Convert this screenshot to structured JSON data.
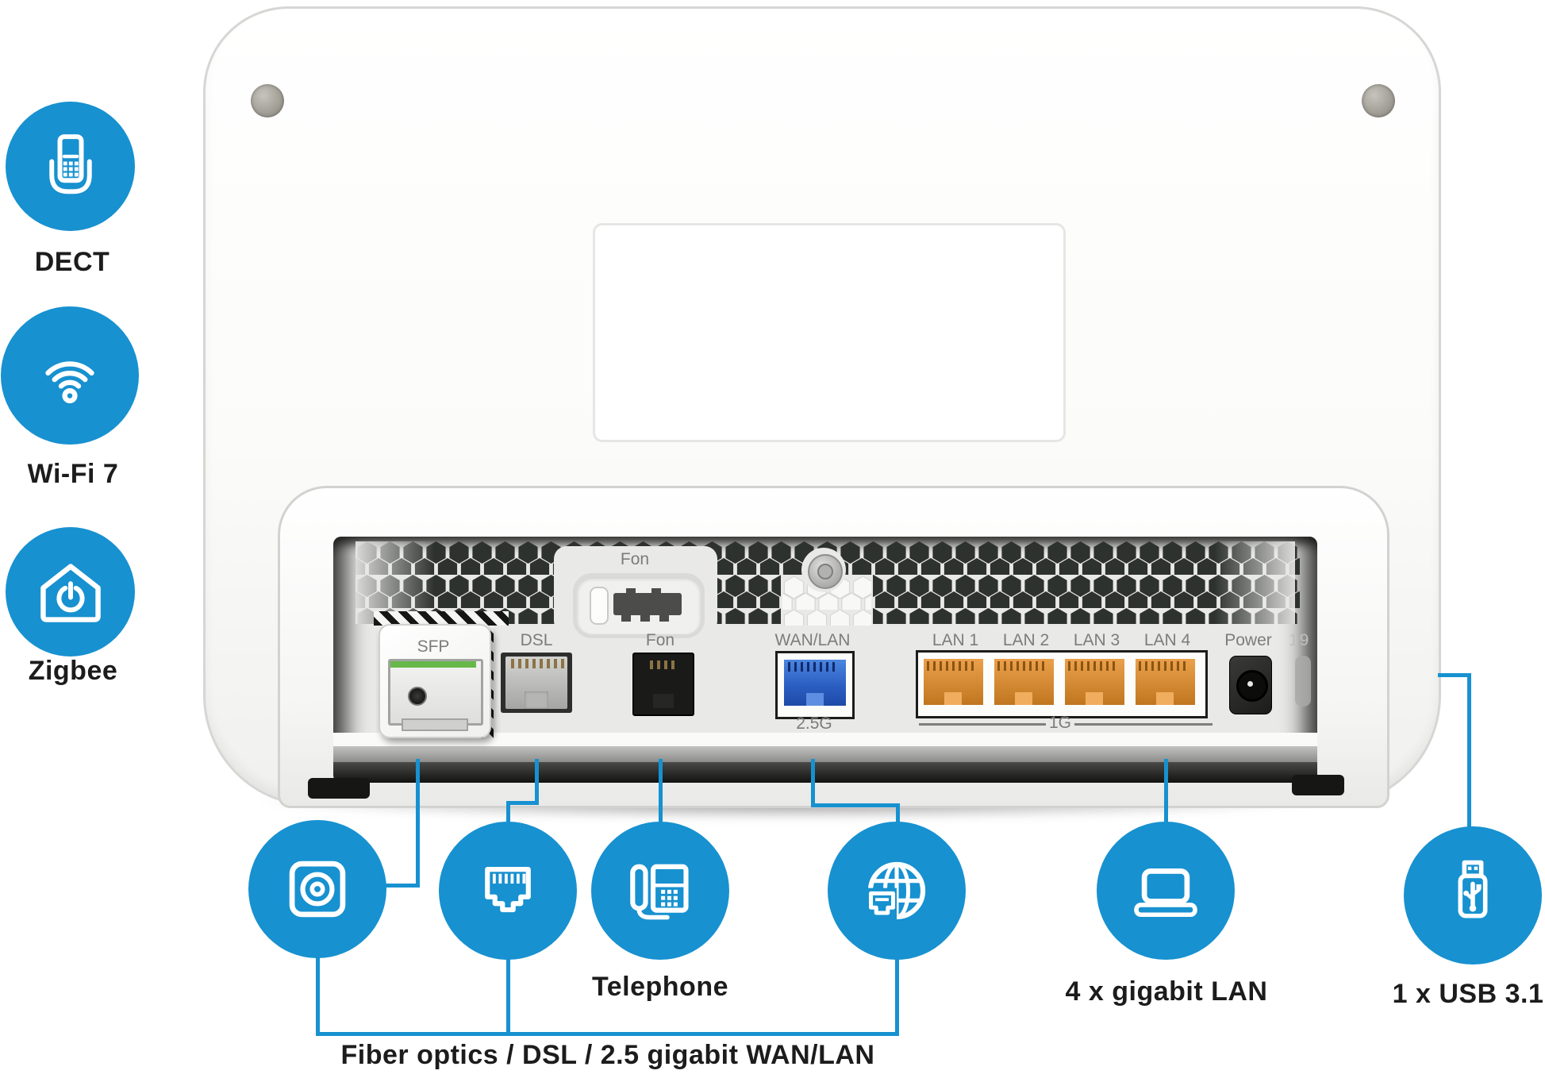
{
  "colors": {
    "brand_blue": "#1791d0",
    "panel_gray": "#e9e9e7",
    "hex_dark": "#2e322e"
  },
  "left_features": [
    {
      "label": "DECT"
    },
    {
      "label": "Wi-Fi 7"
    },
    {
      "label": "Zigbee"
    }
  ],
  "rear_panel": {
    "vent_port_label": "Fon",
    "ports": [
      {
        "label": "SFP"
      },
      {
        "label": "DSL"
      },
      {
        "label": "Fon"
      },
      {
        "label": "WAN/LAN"
      },
      {
        "label": "LAN 1"
      },
      {
        "label": "LAN 2"
      },
      {
        "label": "LAN 3"
      },
      {
        "label": "LAN 4"
      },
      {
        "label": "Power"
      }
    ],
    "wan_speed": "2.5G",
    "lan_speed": "1G",
    "case_marking": "19"
  },
  "callout_labels": {
    "telephone": "Telephone",
    "gigabit_lan": "4 x gigabit LAN",
    "usb": "1 x USB 3.1",
    "fiber_dsl_wan": "Fiber optics / DSL / 2.5 gigabit WAN/LAN"
  }
}
